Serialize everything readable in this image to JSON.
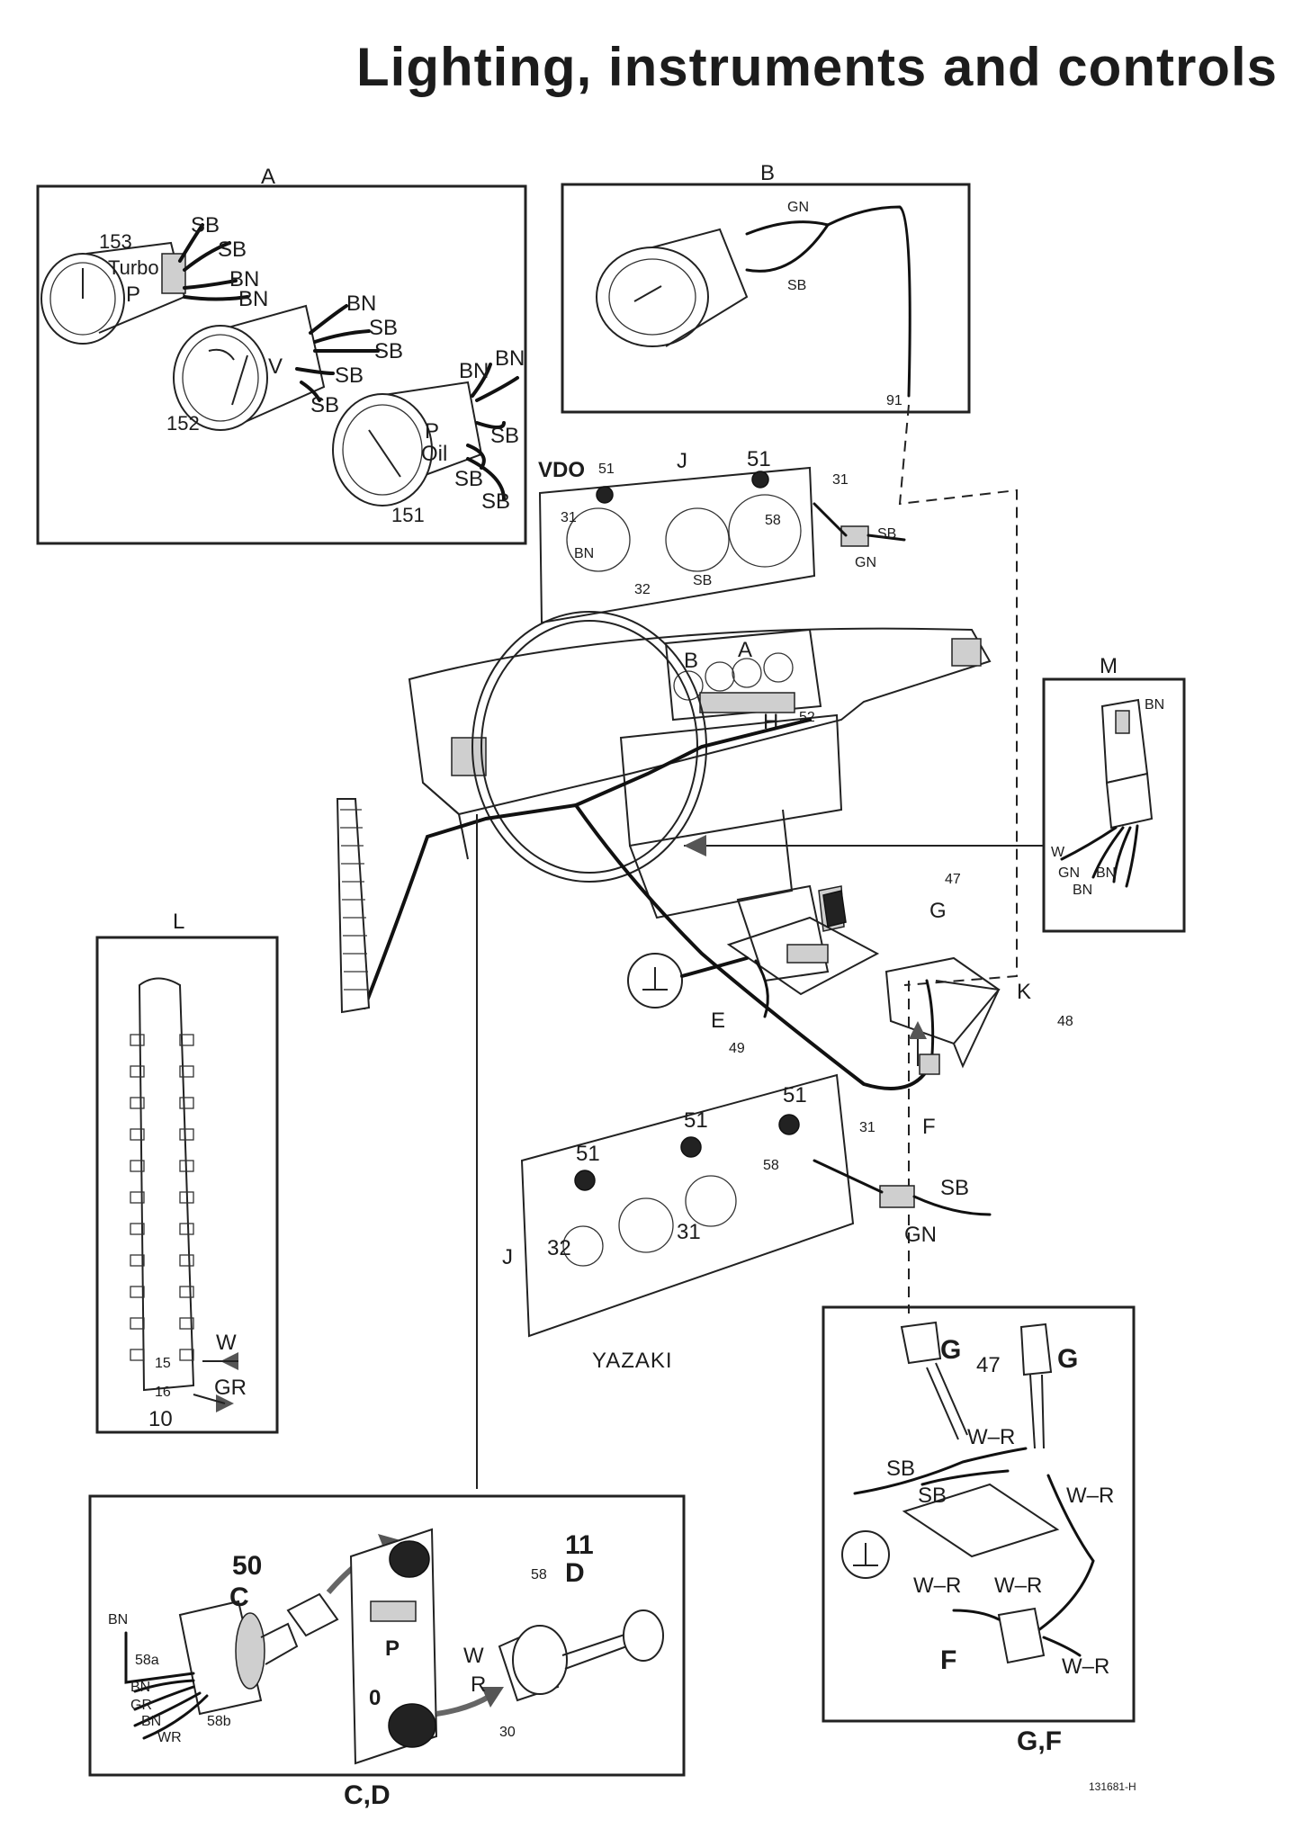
{
  "title": "Lighting, instruments and controls",
  "panels": {
    "A": {
      "label": "A",
      "gauges": [
        {
          "number": "153",
          "face_text": [
            "Turbo",
            "P"
          ]
        },
        {
          "number": "152",
          "face_text": [
            "V"
          ]
        },
        {
          "number": "151",
          "face_text": [
            "P",
            "Oil"
          ]
        }
      ],
      "wires": [
        "SB",
        "SB",
        "BN",
        "BN",
        "BN",
        "SB",
        "SB",
        "SB",
        "SB",
        "BN",
        "BN",
        "SB",
        "SB",
        "SB"
      ]
    },
    "B": {
      "label": "B",
      "wires": [
        "GN",
        "SB"
      ],
      "ref": "91"
    },
    "J_vdo": {
      "label": "J",
      "maker": "VDO",
      "refs": [
        "51",
        "51",
        "31",
        "31",
        "58",
        "32"
      ],
      "wires": [
        "BN",
        "SB",
        "SB",
        "GN"
      ]
    },
    "dash": {
      "labels": [
        "B",
        "A",
        "H",
        "52"
      ]
    },
    "L": {
      "label": "L",
      "terminals": [
        "15",
        "16"
      ],
      "ref": "10",
      "wires": [
        "W",
        "GR"
      ]
    },
    "M": {
      "label": "M",
      "wires": [
        "BN",
        "W",
        "GN",
        "BN",
        "BN"
      ]
    },
    "console": {
      "labels": [
        "G",
        "K",
        "E",
        "F"
      ],
      "refs": [
        "47",
        "48",
        "49"
      ]
    },
    "J_yazaki": {
      "label": "J",
      "maker": "YAZAKI",
      "refs": [
        "51",
        "51",
        "51",
        "31",
        "58",
        "32",
        "31"
      ],
      "wires": [
        "SB",
        "GN"
      ]
    },
    "CD": {
      "caption": "C,D",
      "C": {
        "label": "C",
        "ref": "50",
        "terminals": [
          "58a",
          "58b"
        ],
        "wires": [
          "BN",
          "BN",
          "GR",
          "BN",
          "WR"
        ]
      },
      "D": {
        "label": "D",
        "ref": "11",
        "terminals": [
          "58",
          "30"
        ],
        "wires": [
          "W",
          "R"
        ],
        "switch_marks": [
          "P",
          "0"
        ]
      }
    },
    "GF": {
      "caption": "G,F",
      "labels": [
        "G",
        "G",
        "F"
      ],
      "ref": "47",
      "wires": [
        "W–R",
        "SB",
        "SB",
        "W–R",
        "W–R",
        "W–R",
        "W–R"
      ]
    }
  },
  "figure_code": "131681-H"
}
